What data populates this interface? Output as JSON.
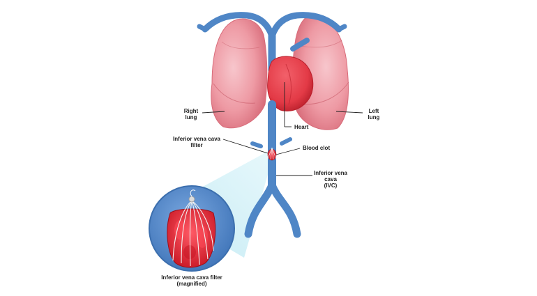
{
  "colors": {
    "vein": "#4f86c6",
    "vein_dark": "#2e5f9e",
    "lung": "#ee9aa4",
    "lung_dark": "#d86c7a",
    "heart": "#e33a46",
    "heart_dark": "#b91f2b",
    "magnifier_bg": "#5b8fd0",
    "magnifier_ring": "#3c6fae",
    "beam": "#cfeff6",
    "clot": "#e8283a",
    "text": "#222222"
  },
  "labels": {
    "right_lung": "Right\nlung",
    "left_lung": "Left\nlung",
    "heart": "Heart",
    "ivc_filter": "Inferior vena cava\nfilter",
    "blood_clot": "Blood clot",
    "ivc": "Inferior vena\ncava\n(IVC)",
    "magnified": "Inferior vena cava filter\n(magnified)"
  }
}
